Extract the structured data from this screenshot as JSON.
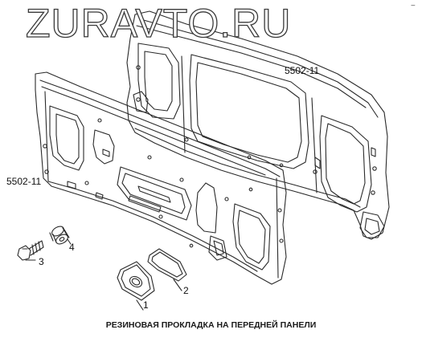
{
  "watermark": "ZURAVTO.RU",
  "corner_mark": "‒",
  "labels": {
    "rear_panel": "5502-11",
    "front_panel": "5502-11"
  },
  "callouts": {
    "c1": "1",
    "c2": "2",
    "c3": "3",
    "c4": "4"
  },
  "caption": "РЕЗИНОВАЯ ПРОКЛАДКА НА ПЕРЕДНЕЙ ПАНЕЛИ",
  "colors": {
    "line": "#2a2a2a",
    "background": "#ffffff"
  }
}
